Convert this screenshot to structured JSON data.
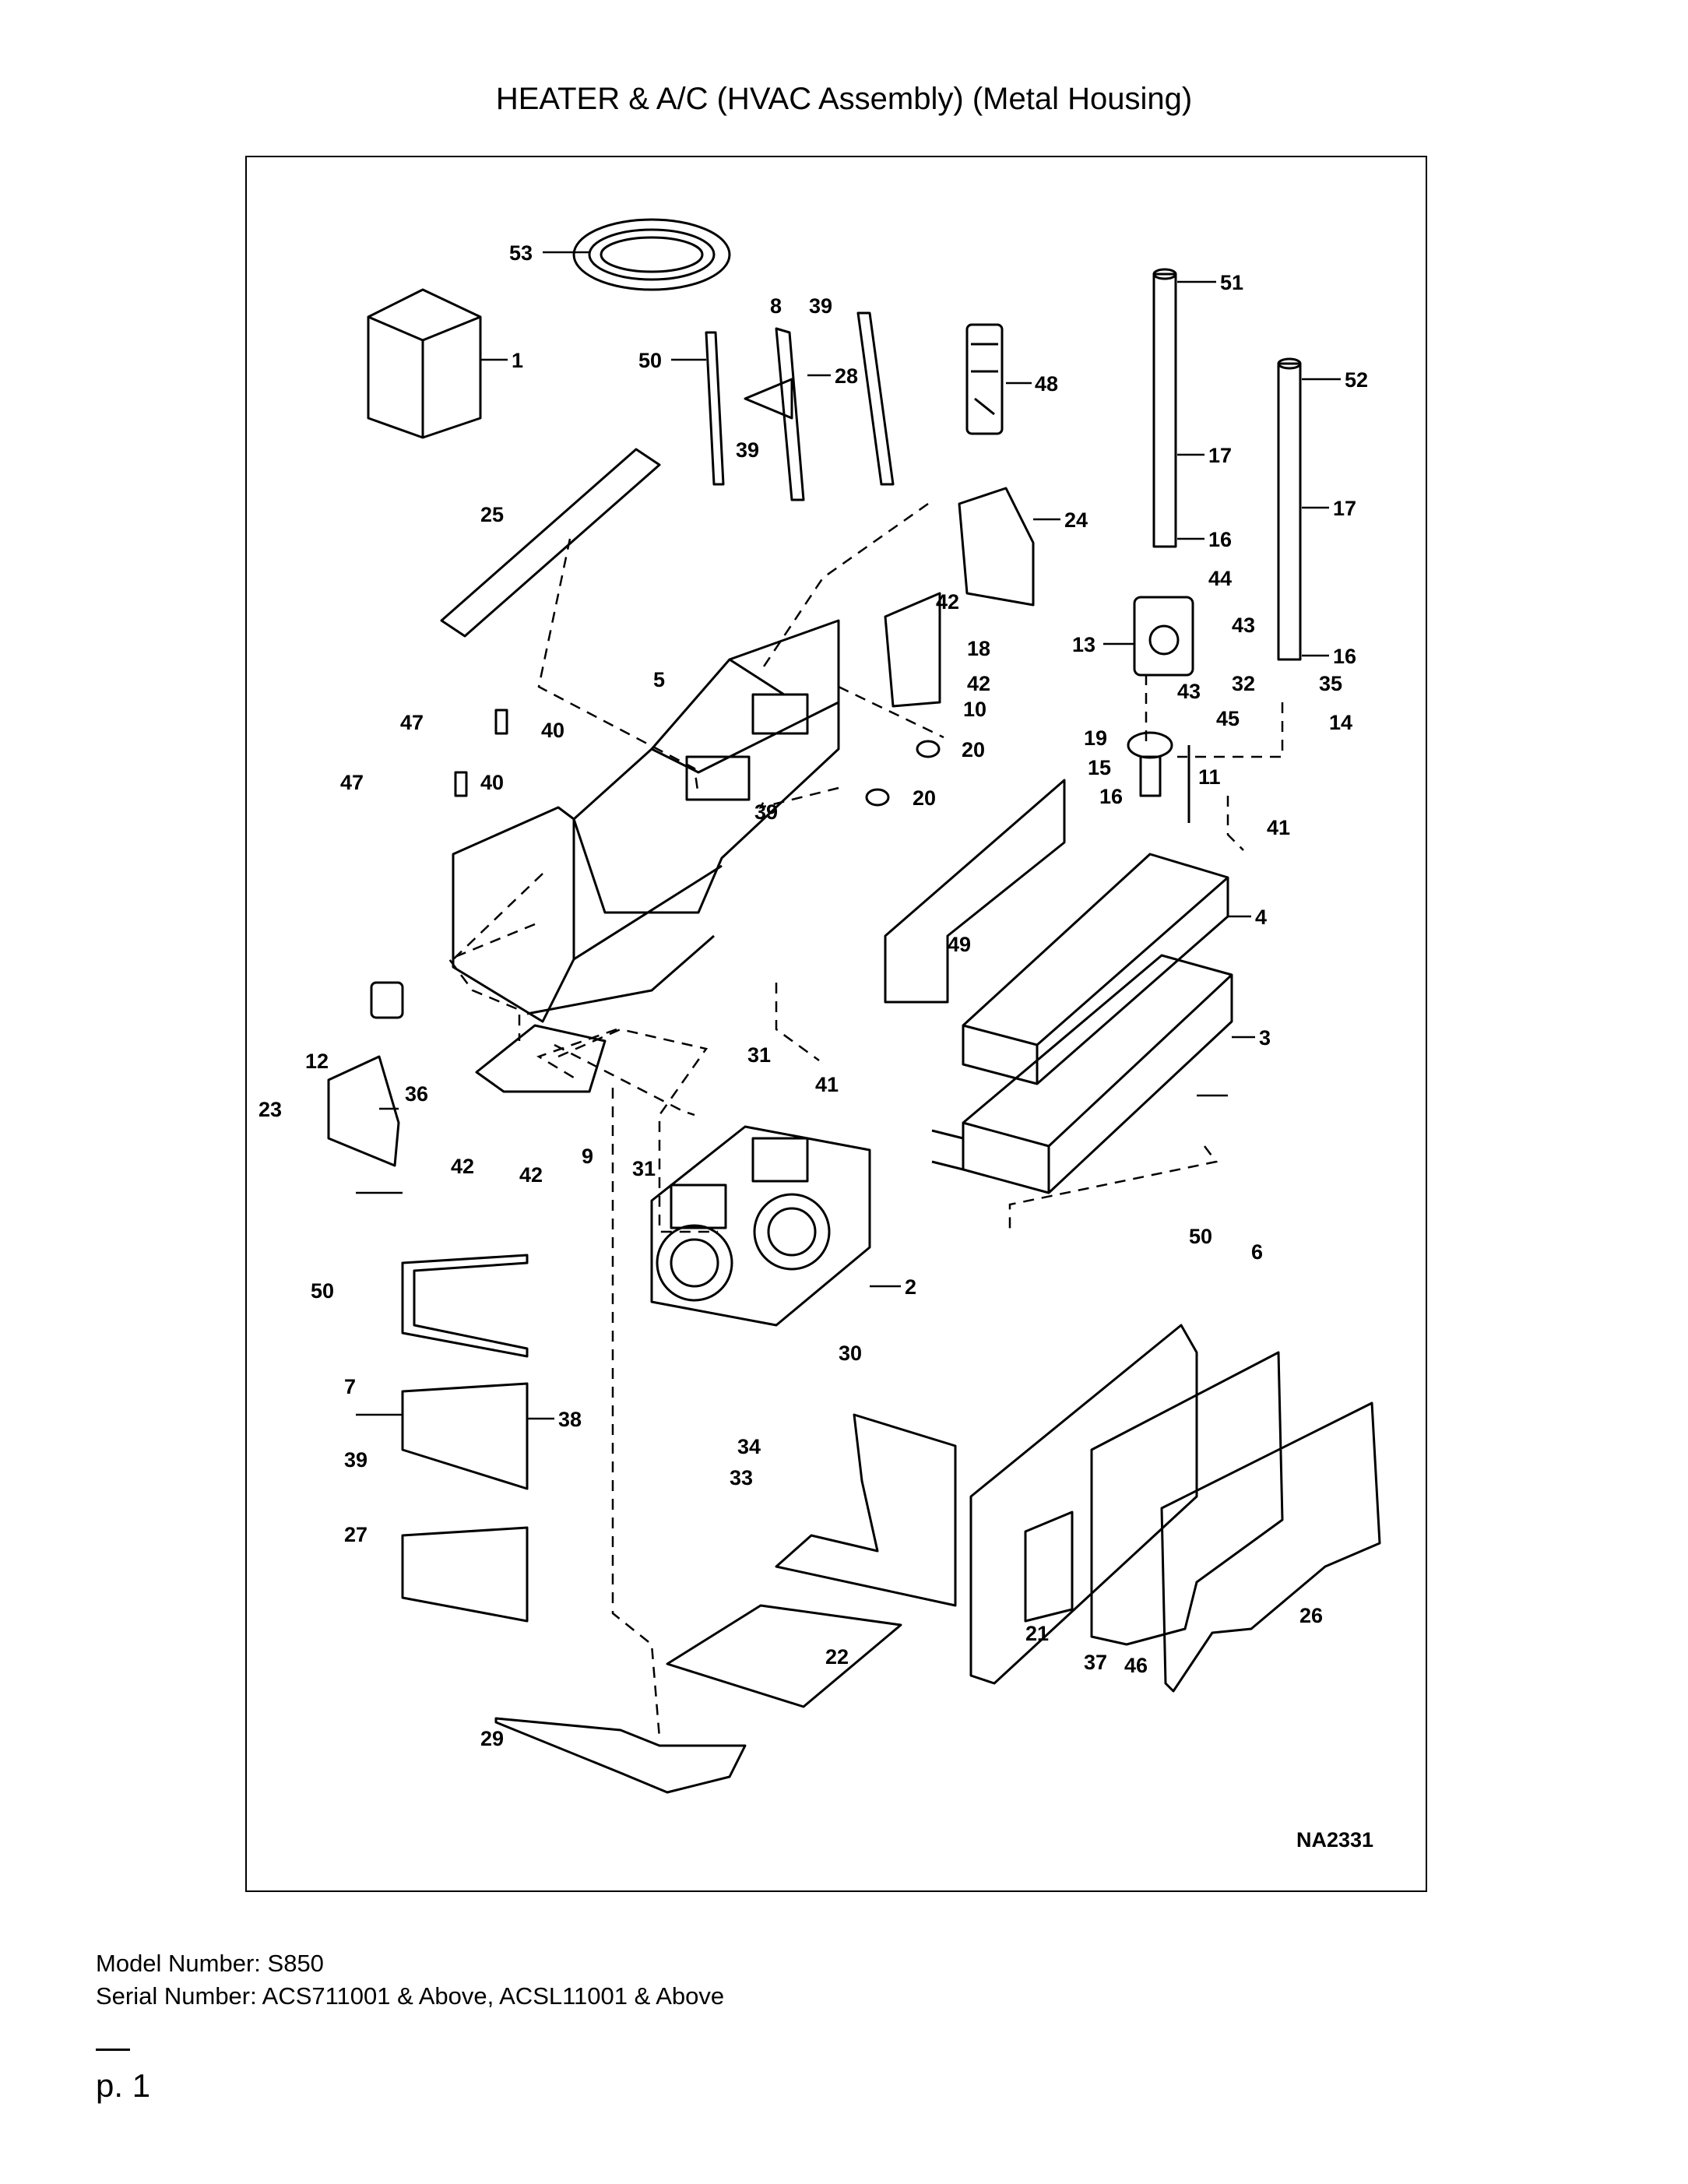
{
  "page": {
    "title": "HEATER & A/C (HVAC Assembly) (Metal Housing)",
    "model_line": "Model Number: S850",
    "serial_line": "Serial Number: ACS711001 & Above, ACSL11001 & Above",
    "page_number": "p. 1"
  },
  "diagram": {
    "drawing_id": "NA2331",
    "callouts": [
      "53",
      "1",
      "8",
      "39",
      "50",
      "28",
      "48",
      "51",
      "52",
      "39",
      "17",
      "17",
      "25",
      "24",
      "16",
      "44",
      "42",
      "43",
      "13",
      "18",
      "16",
      "5",
      "42",
      "43",
      "32",
      "35",
      "10",
      "45",
      "14",
      "47",
      "40",
      "19",
      "20",
      "15",
      "11",
      "47",
      "40",
      "16",
      "20",
      "39",
      "41",
      "4",
      "49",
      "3",
      "31",
      "12",
      "41",
      "36",
      "23",
      "42",
      "9",
      "31",
      "42",
      "50",
      "6",
      "2",
      "50",
      "30",
      "7",
      "38",
      "34",
      "39",
      "33",
      "27",
      "21",
      "26",
      "37",
      "46",
      "22",
      "29"
    ]
  }
}
